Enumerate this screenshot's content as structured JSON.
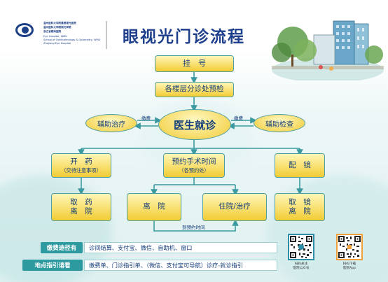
{
  "header": {
    "institution_lines": [
      "温州医科大学附属眼视光医院",
      "温州医科大学眼视光学院",
      "浙江省眼科医院",
      "Eye Hospital, WMU",
      "School of Ophthalmology & Optometry, WMU",
      "Zhejiang Eye Hospital"
    ],
    "title": "眼视光门诊流程"
  },
  "flow": {
    "register": "挂　号",
    "precheck": "各楼层分诊处预检",
    "center": "医生就诊",
    "aux_treat": "辅助治疗",
    "aux_check": "辅助检查",
    "pay_left": "缴费",
    "pay_right": "缴费",
    "medicine": "开　药",
    "medicine_sub": "（交待注意事项）",
    "surgery": "预约手术时间",
    "surgery_sub": "（各预约处）",
    "glasses": "配　镜",
    "pickup_l1": "取　药",
    "pickup_l2": "离　院",
    "leave": "离　院",
    "inpatient": "住院/治疗",
    "glasses_pick_l1": "取　镜",
    "glasses_pick_l2": "离　院",
    "appointment_note": "到预约时间"
  },
  "bottom": {
    "payment_tag": "缴费途径有",
    "payment_text": "诊间结算、支付宝、微信、自助机、窗口",
    "guide_tag": "地点指引请看",
    "guide_text": "缴费单、门诊指引单、（微信、支付宝可导航）诊疗-就诊指引"
  },
  "qr": [
    {
      "caption_l1": "扫码关注",
      "caption_l2": "医院公众号",
      "color": "#2e8ea7"
    },
    {
      "caption_l1": "扫码下载",
      "caption_l2": "医院App",
      "color": "#f1a13b"
    }
  ],
  "colors": {
    "box_fill_top": "#fff7b8",
    "box_fill_bottom": "#f2cc34",
    "box_border": "#4f9ea2",
    "arrow": "#3b9aa0",
    "title": "#1e3f8b",
    "tag": "#2d9aa0"
  },
  "icons": {
    "logo": "eye-logo-icon",
    "illustration": "hospital-building-illustration"
  }
}
